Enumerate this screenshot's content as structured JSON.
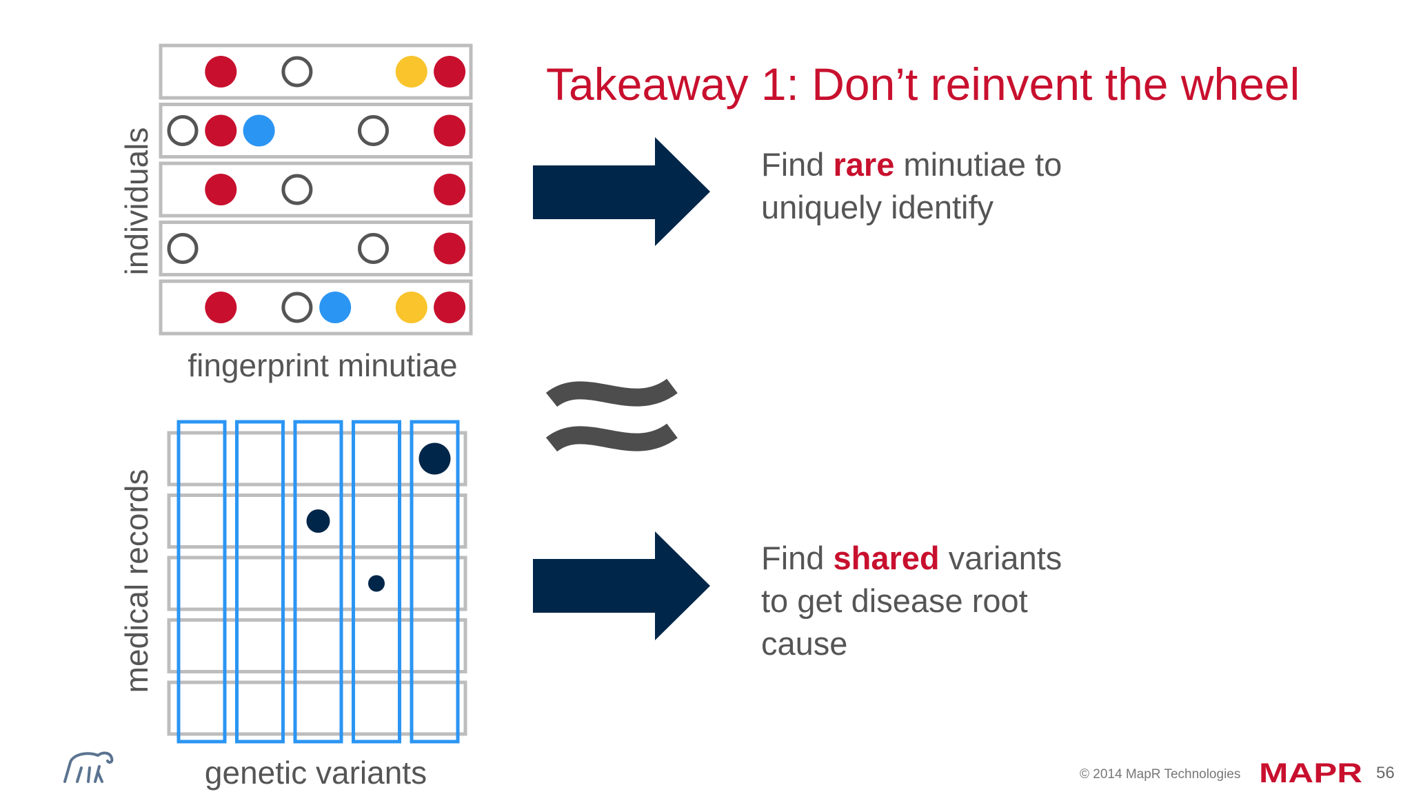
{
  "title": "Takeaway 1: Don’t reinvent the wheel",
  "fingerprint_diagram": {
    "y_label": "individuals",
    "x_label": "fingerprint minutiae",
    "rows": [
      [
        {
          "col": 2,
          "type": "red"
        },
        {
          "col": 4,
          "type": "open"
        },
        {
          "col": 7,
          "type": "yellow"
        },
        {
          "col": 8,
          "type": "red"
        }
      ],
      [
        {
          "col": 1,
          "type": "open"
        },
        {
          "col": 2,
          "type": "red"
        },
        {
          "col": 3,
          "type": "blue"
        },
        {
          "col": 6,
          "type": "open"
        },
        {
          "col": 8,
          "type": "red"
        }
      ],
      [
        {
          "col": 2,
          "type": "red"
        },
        {
          "col": 4,
          "type": "open"
        },
        {
          "col": 8,
          "type": "red"
        }
      ],
      [
        {
          "col": 1,
          "type": "open"
        },
        {
          "col": 6,
          "type": "open"
        },
        {
          "col": 8,
          "type": "red"
        }
      ],
      [
        {
          "col": 2,
          "type": "red"
        },
        {
          "col": 4,
          "type": "open"
        },
        {
          "col": 5,
          "type": "blue"
        },
        {
          "col": 7,
          "type": "yellow"
        },
        {
          "col": 8,
          "type": "red"
        }
      ]
    ]
  },
  "genetic_diagram": {
    "y_label": "medical records",
    "x_label": "genetic variants",
    "row_count": 5,
    "column_count": 5,
    "dots": [
      {
        "column": 5,
        "row": 1,
        "size": "large"
      },
      {
        "column": 3,
        "row": 2,
        "size": "medium"
      },
      {
        "column": 4,
        "row": 3,
        "size": "small"
      }
    ]
  },
  "approx_symbol": "≈",
  "bullets": [
    {
      "pre": "Find ",
      "highlight": "rare",
      "line1_rest": " minutiae to",
      "line2": "uniquely identify",
      "line3": ""
    },
    {
      "pre": "Find ",
      "highlight": "shared",
      "line1_rest": " variants",
      "line2": "to get disease root",
      "line3": "cause"
    }
  ],
  "footer": {
    "copyright": "© 2014 MapR Technologies",
    "logo_text": "MAPR",
    "page_number": "56"
  },
  "colors": {
    "red": "#c8102e",
    "blue": "#2b95f3",
    "yellow": "#f9c42c",
    "navy": "#002649",
    "gray_frame": "#bdbdbd",
    "open_circle": "#555555"
  },
  "icons": {
    "corner_logo": "elephant-icon",
    "arrow": "right-arrow-icon"
  }
}
